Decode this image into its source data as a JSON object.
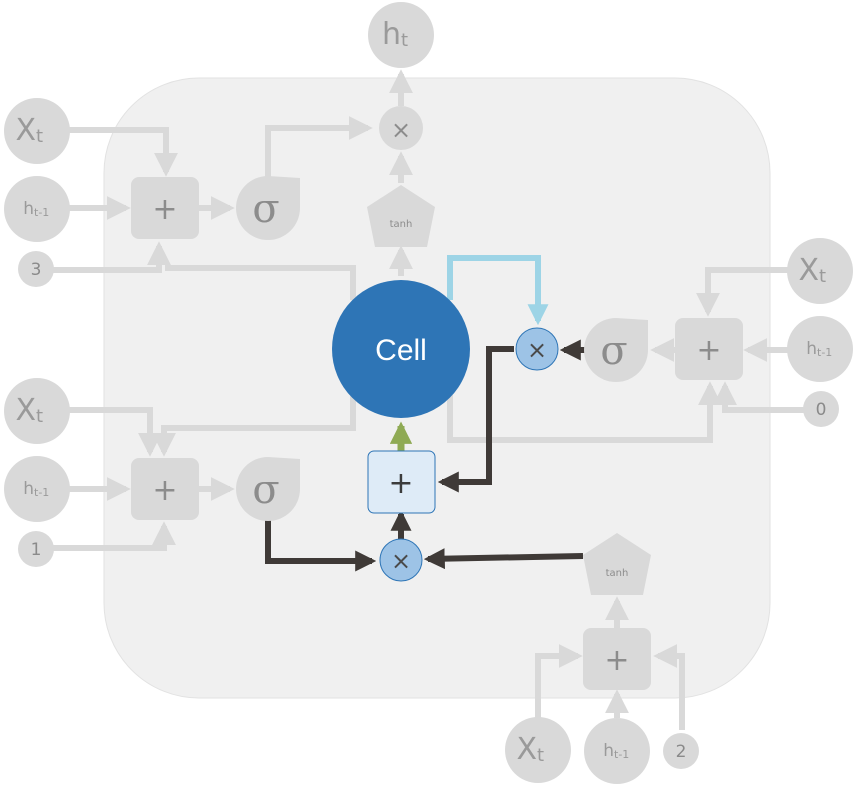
{
  "inputs": {
    "x": "X",
    "x_sub": "t",
    "h": "h",
    "h_sub": "t-1",
    "out_h": "h",
    "out_h_sub": "t"
  },
  "constants": {
    "output_gate": "3",
    "input_gate": "1",
    "forget_gate": "0",
    "candidate": "2"
  },
  "ops": {
    "plus": "+",
    "times": "×",
    "sigma": "σ",
    "tanh": "tanh"
  },
  "cell": {
    "label": "Cell"
  },
  "colors": {
    "container": "#f0f0f0",
    "gray": "#d9d9d9",
    "cell": "#2e75b6",
    "active_mult": "#9dc3e6",
    "active_add": "#deebf7",
    "dark_arrow": "#3f3a37",
    "recurrent": "#9dd4e6",
    "green_arrow": "#8faa54"
  }
}
